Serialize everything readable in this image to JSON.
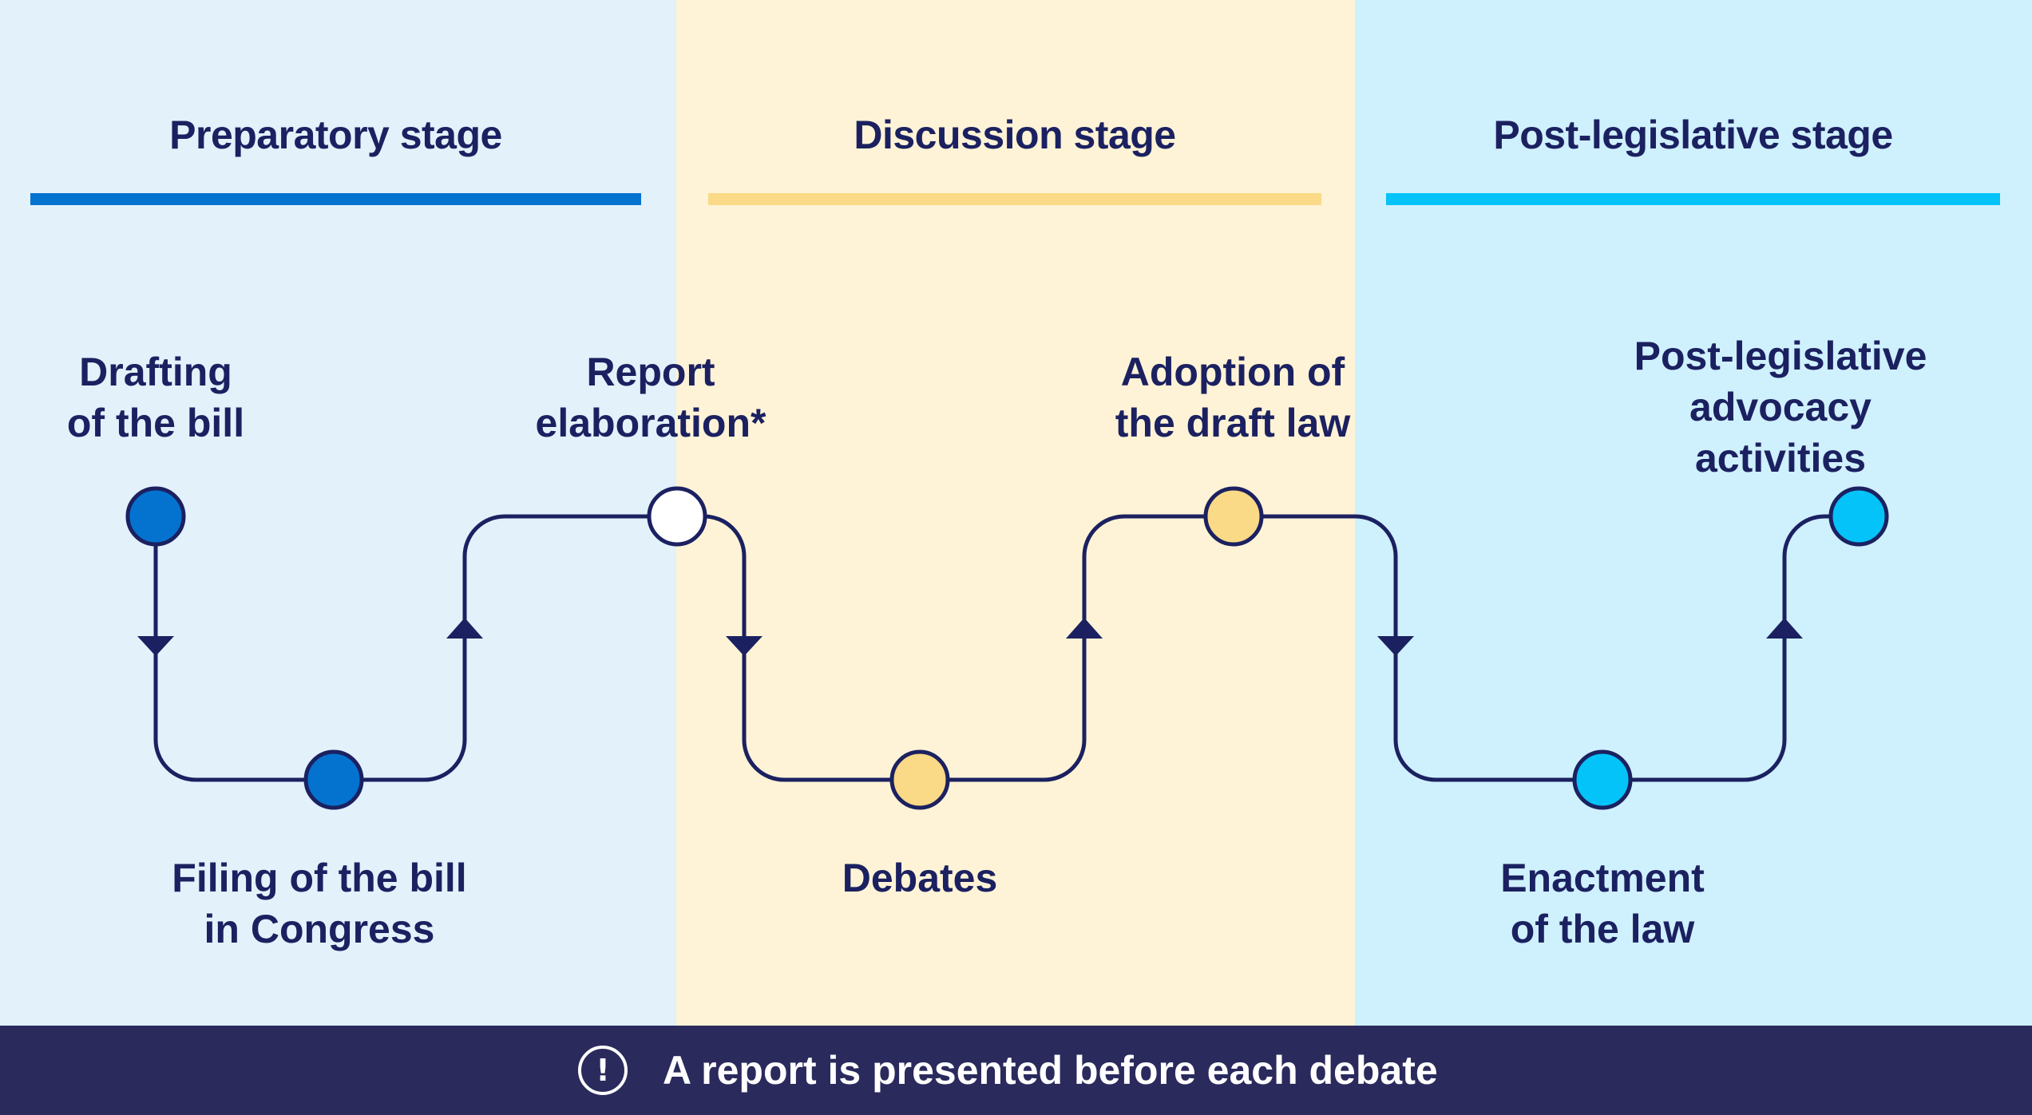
{
  "colors": {
    "navy": "#1b2160",
    "footer_bg": "#2b2a5d",
    "preparatory_bg": "#e3f1fb",
    "discussion_bg": "#fef3d6",
    "post_bg": "#cff0fd",
    "preparatory_accent": "#0473cf",
    "discussion_accent": "#fad987",
    "post_accent": "#03c3f8",
    "white_node": "#ffffff"
  },
  "stages": [
    {
      "title": "Preparatory stage",
      "background": "#e3f1fb",
      "accent": "#0473cf"
    },
    {
      "title": "Discussion stage",
      "background": "#fef3d6",
      "accent": "#fad987"
    },
    {
      "title": "Post-legislative stage",
      "background": "#cff0fd",
      "accent": "#03c3f8"
    }
  ],
  "steps": [
    {
      "label": "Drafting\nof the bill",
      "stage": "Preparatory stage",
      "color": "#0473cf"
    },
    {
      "label": "Filing of the bill\nin Congress",
      "stage": "Preparatory stage",
      "color": "#0473cf"
    },
    {
      "label": "Report\nelaboration*",
      "stage": "Preparatory stage",
      "color": "#ffffff"
    },
    {
      "label": "Debates",
      "stage": "Discussion stage",
      "color": "#fad987"
    },
    {
      "label": "Adoption of\nthe draft law",
      "stage": "Discussion stage",
      "color": "#fad987"
    },
    {
      "label": "Enactment\nof the law",
      "stage": "Post-legislative stage",
      "color": "#03c3f8"
    },
    {
      "label": "Post-legislative\nadvocacy\nactivities",
      "stage": "Post-legislative stage",
      "color": "#03c3f8"
    }
  ],
  "footer": {
    "icon": "exclamation-circle-icon",
    "icon_glyph": "!",
    "text": "A report is presented before each debate"
  }
}
